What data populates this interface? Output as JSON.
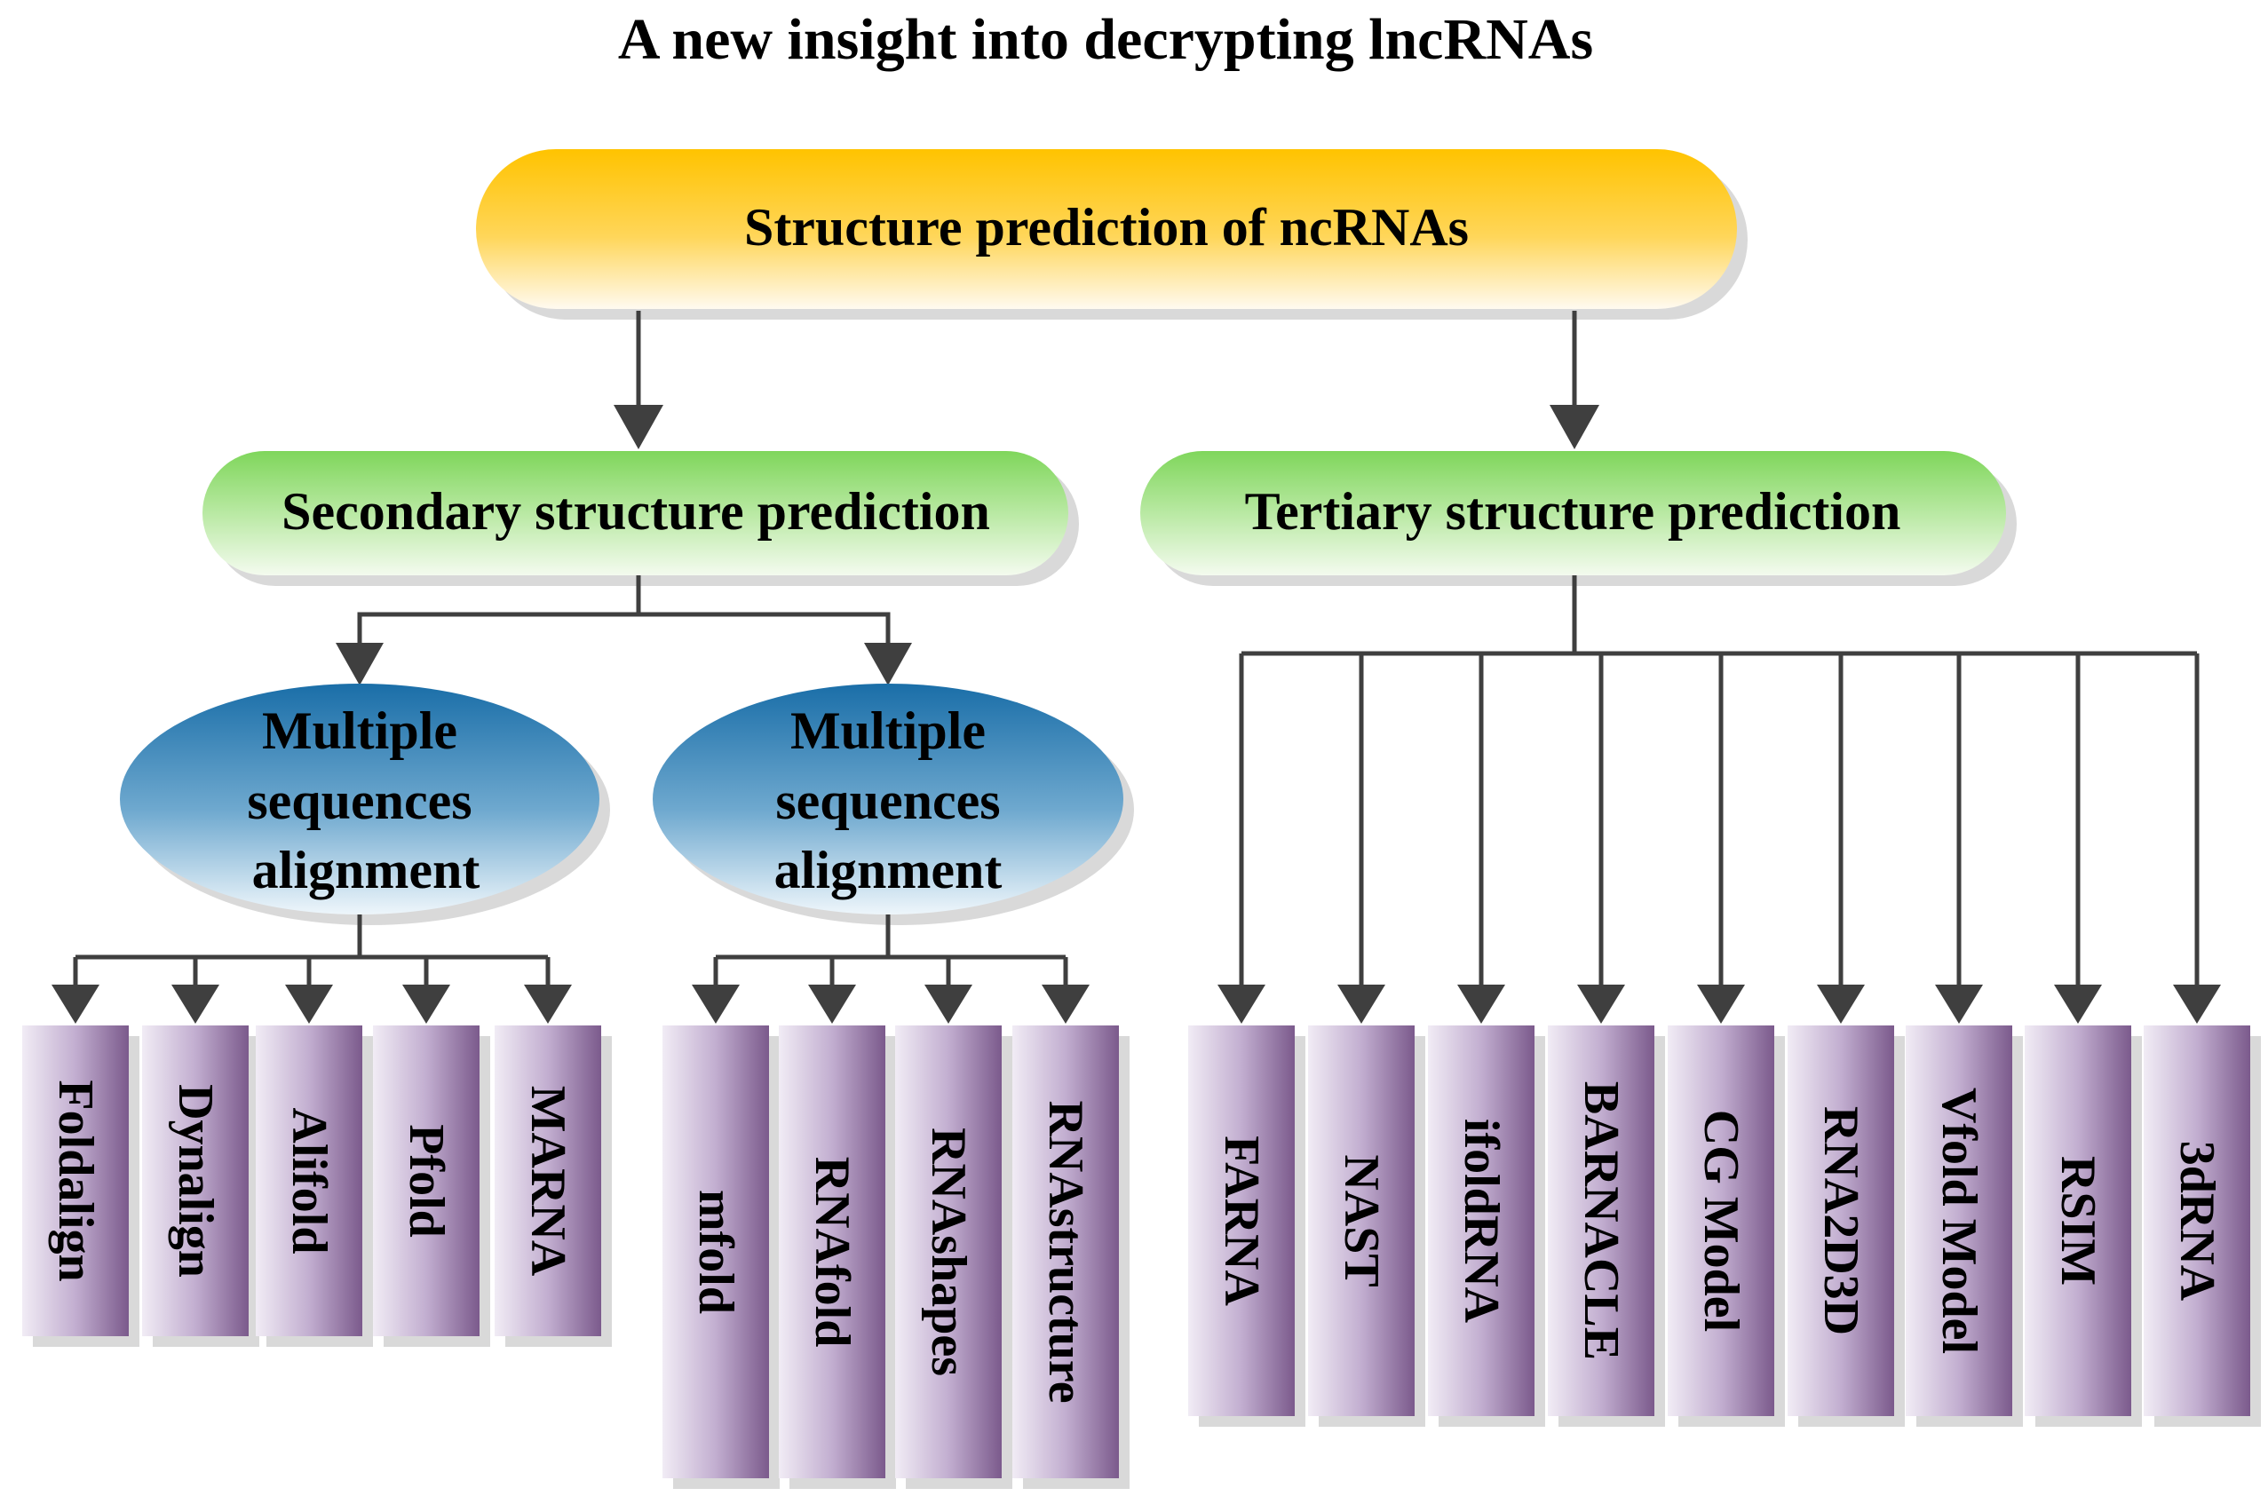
{
  "title": "A new insight into decrypting lncRNAs",
  "root": {
    "label": "Structure prediction of ncRNAs"
  },
  "secondary": {
    "label": "Secondary structure prediction",
    "groups": [
      {
        "lines": [
          "Multiple",
          "sequences",
          "alignment"
        ],
        "tools": [
          "Foldalign",
          "Dynalign",
          "Alifold",
          "Pfold",
          "MARNA"
        ]
      },
      {
        "lines": [
          "Multiple",
          "sequences",
          "alignment"
        ],
        "tools": [
          "mfold",
          "RNAfold",
          "RNAshapes",
          "RNAstructure"
        ]
      }
    ]
  },
  "tertiary": {
    "label": "Tertiary structure prediction",
    "tools": [
      "FARNA",
      "NAST",
      "ifoldRNA",
      "BARNACLE",
      "CG Model",
      "RNA2D3D",
      "Vfold Model",
      "RSIM",
      "3dRNA"
    ]
  },
  "colors": {
    "root_top": "#ffc300",
    "root_bottom": "#fffaf0",
    "green_top": "#7fd65b",
    "green_bottom": "#f4fbef",
    "blue_top": "#1a6ea8",
    "blue_bottom": "#eef6fb",
    "purple_left": "#f1ecf5",
    "purple_right": "#7b5a8c",
    "line": "#3f3f3f"
  }
}
